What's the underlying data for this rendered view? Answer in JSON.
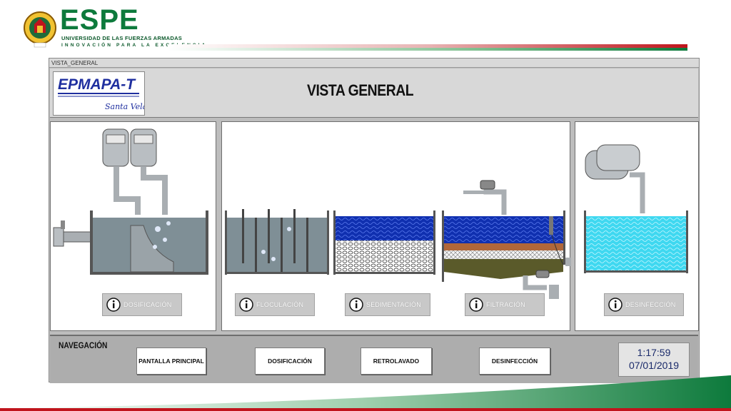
{
  "slide_header": {
    "brand": "ESPE",
    "university": "UNIVERSIDAD DE LAS FUERZAS ARMADAS",
    "slogan": "INNOVACIÓN PARA LA EXCELENCIA",
    "colors": {
      "green": "#0d7a3c",
      "red": "#c0141c"
    }
  },
  "window": {
    "title": "VISTA_GENERAL"
  },
  "title_panel": {
    "logo_text": "EPMAPA-T",
    "logo_signature": "Santa Vela",
    "page_title": "VISTA GENERAL"
  },
  "process_buttons": [
    {
      "label": "DOSIFICACIÓN",
      "icon": "info-icon"
    },
    {
      "label": "FLOCULACIÓN",
      "icon": "info-icon"
    },
    {
      "label": "SEDIMENTACIÓN",
      "icon": "info-icon"
    },
    {
      "label": "FILTRACIÓN",
      "icon": "info-icon"
    },
    {
      "label": "DESINFECCIÓN",
      "icon": "info-icon"
    }
  ],
  "navigation": {
    "title": "NAVEGACIÓN",
    "buttons": [
      "PANTALLA PRINCIPAL",
      "DOSIFICACIÓN",
      "RETROLAVADO",
      "DESINFECCIÓN"
    ]
  },
  "clock": {
    "time": "1:17:59",
    "date": "07/01/2019"
  },
  "colors": {
    "panel_bg": "#bdbdbd",
    "tank_gray": "#7f8f96",
    "water_blue": "#1030b0",
    "water_cyan": "#3fd8f0"
  }
}
